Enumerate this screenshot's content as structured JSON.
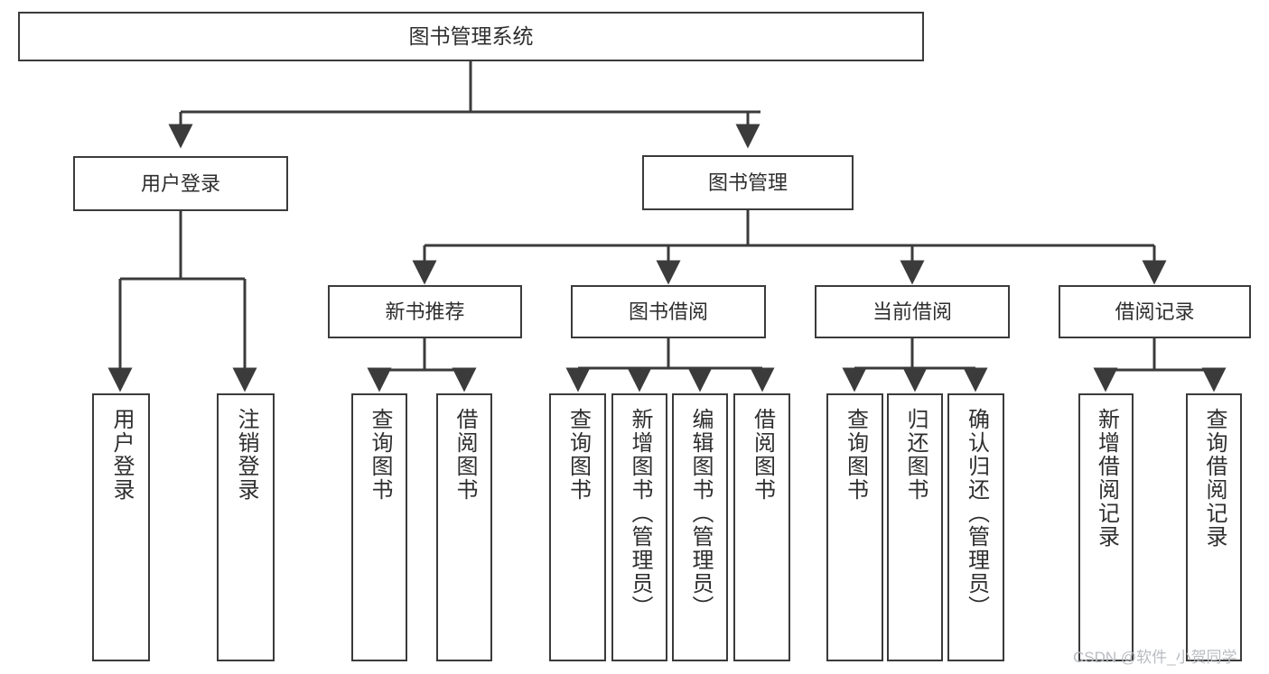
{
  "diagram": {
    "title": "图书管理系统",
    "type": "tree",
    "root": {
      "id": "root",
      "label": "图书管理系统"
    },
    "level2": [
      {
        "id": "user-login",
        "label": "用户登录"
      },
      {
        "id": "book-manage",
        "label": "图书管理"
      }
    ],
    "level3": [
      {
        "id": "new-book-recommend",
        "label": "新书推荐",
        "parent": "book-manage"
      },
      {
        "id": "book-borrow",
        "label": "图书借阅",
        "parent": "book-manage"
      },
      {
        "id": "current-borrow",
        "label": "当前借阅",
        "parent": "book-manage"
      },
      {
        "id": "borrow-record",
        "label": "借阅记录",
        "parent": "book-manage"
      }
    ],
    "leaves": [
      {
        "id": "leaf-user-login",
        "label": "用户登录",
        "parent": "user-login"
      },
      {
        "id": "leaf-logout-login",
        "label": "注销登录",
        "parent": "user-login"
      },
      {
        "id": "leaf-query-book-1",
        "label": "查询图书",
        "parent": "new-book-recommend"
      },
      {
        "id": "leaf-borrow-book-1",
        "label": "借阅图书",
        "parent": "new-book-recommend"
      },
      {
        "id": "leaf-query-book-2",
        "label": "查询图书",
        "parent": "book-borrow"
      },
      {
        "id": "leaf-add-book",
        "label": "新增图书（管理员）",
        "parent": "book-borrow"
      },
      {
        "id": "leaf-edit-book",
        "label": "编辑图书（管理员）",
        "parent": "book-borrow"
      },
      {
        "id": "leaf-borrow-book-2",
        "label": "借阅图书",
        "parent": "book-borrow"
      },
      {
        "id": "leaf-query-book-3",
        "label": "查询图书",
        "parent": "current-borrow"
      },
      {
        "id": "leaf-return-book",
        "label": "归还图书",
        "parent": "current-borrow"
      },
      {
        "id": "leaf-confirm-return",
        "label": "确认归还（管理员）",
        "parent": "current-borrow"
      },
      {
        "id": "leaf-add-record",
        "label": "新增借阅记录",
        "parent": "borrow-record"
      },
      {
        "id": "leaf-query-record",
        "label": "查询借阅记录",
        "parent": "borrow-record"
      }
    ]
  },
  "watermark": {
    "text": "CSDN @软件_小贺同学"
  },
  "colors": {
    "box_border": "#3b3b3b",
    "box_fill": "#ffffff",
    "text": "#2e2e2e",
    "connector": "#3b3b3b",
    "watermark": "#b9bcc0",
    "background": "#ffffff"
  }
}
